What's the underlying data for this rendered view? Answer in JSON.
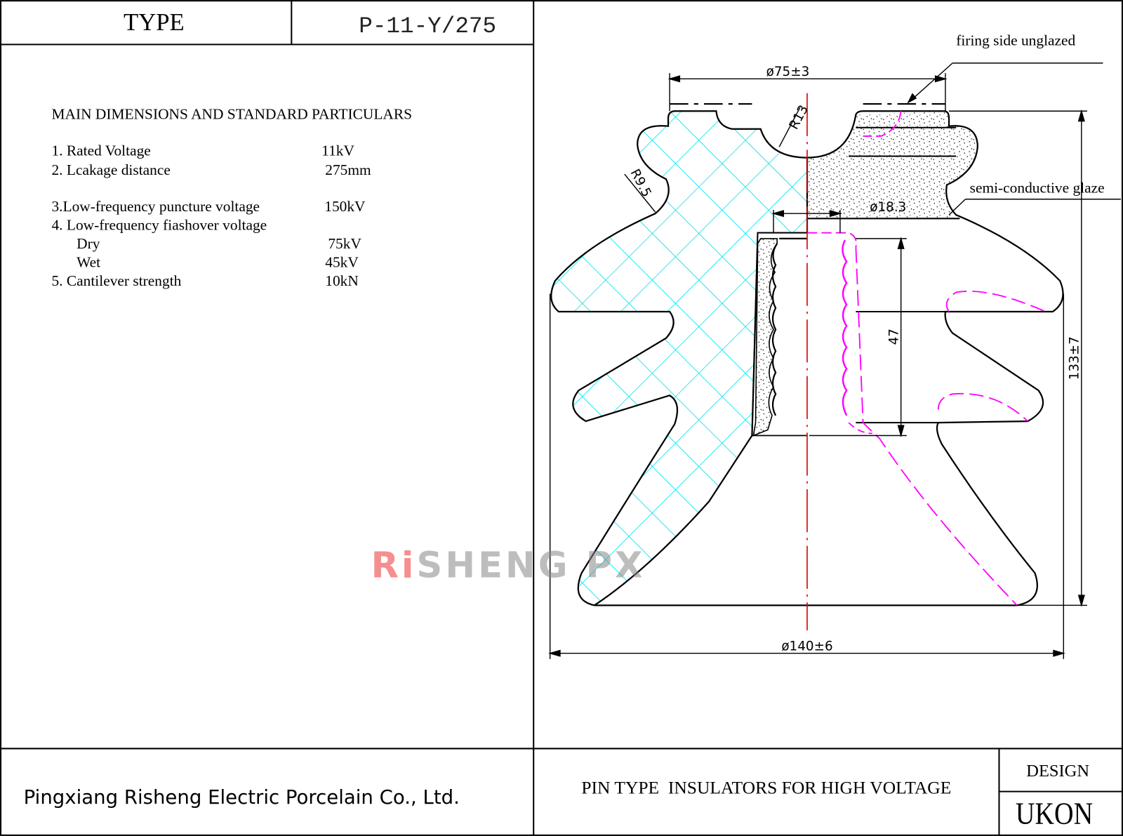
{
  "header": {
    "type_label": "TYPE",
    "type_value": "P-11-Y/275"
  },
  "specs": {
    "title": "MAIN DIMENSIONS AND STANDARD PARTICULARS",
    "items": [
      {
        "label": "1. Rated Voltage",
        "value": "11kV"
      },
      {
        "label": "2. Lcakage distance",
        "value": "275mm"
      },
      {
        "label": "3.Low-frequency puncture voltage",
        "value": "150kV"
      },
      {
        "label": "4. Low-frequency fiashover voltage",
        "value": ""
      },
      {
        "label": "Dry",
        "value": "75kV"
      },
      {
        "label": "Wet",
        "value": "45kV"
      },
      {
        "label": "5. Cantilever strength",
        "value": "10kN"
      }
    ]
  },
  "drawing": {
    "annotations": {
      "firing_side": "firing side unglazed",
      "semi_conductive": "semi-conductive glaze"
    },
    "dimensions": {
      "top_diameter": "ø75±3",
      "bottom_diameter": "ø140±6",
      "height": "133±7",
      "hole_depth": "47",
      "hole_diameter": "ø18.3",
      "groove_radius": "R13",
      "neck_radius": "R9.5"
    },
    "colors": {
      "hatch": "#00e5ee",
      "centerline": "#e00000",
      "hidden_lines": "#ff00ff"
    }
  },
  "watermark": {
    "text_red": "Ri",
    "text_gray": "SHENG PX"
  },
  "footer": {
    "company": "Pingxiang Risheng Electric Porcelain Co., Ltd.",
    "product": "PIN TYPE  INSULATORS FOR HIGH VOLTAGE",
    "design_label": "DESIGN",
    "design_value": "UKON"
  }
}
